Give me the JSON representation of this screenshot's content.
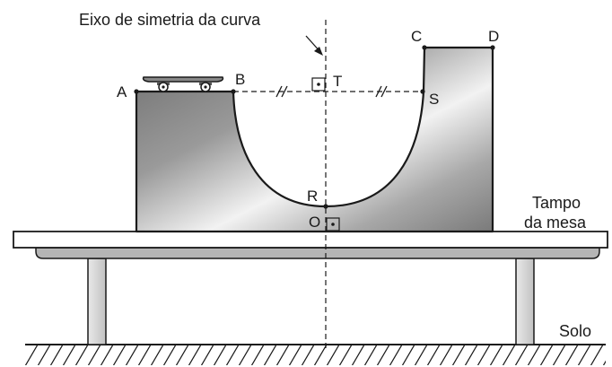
{
  "labels": {
    "axis_title": "Eixo de simetria da curva",
    "table_top_line1": "Tampo",
    "table_top_line2": "da mesa",
    "ground": "Solo"
  },
  "points": {
    "A": "A",
    "B": "B",
    "C": "C",
    "D": "D",
    "T": "T",
    "S": "S",
    "R": "R",
    "O": "O"
  },
  "colors": {
    "ink": "#1a1a1a",
    "ramp_dark": "#6e6e6e",
    "ramp_light": "#f2f2f2",
    "table": "#ffffff",
    "table_shadow": "#b5b5b5",
    "legs": "#d6d6d6"
  }
}
